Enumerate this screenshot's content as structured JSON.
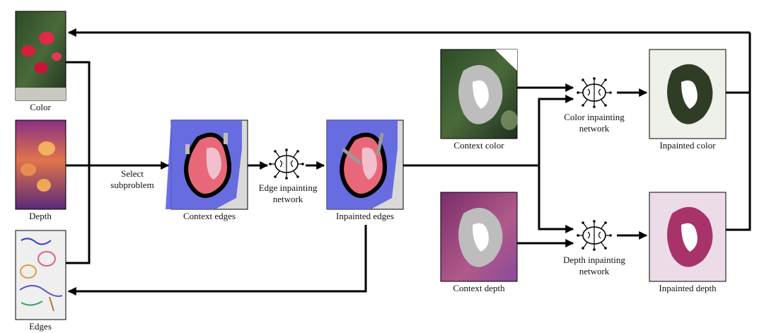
{
  "inputs": {
    "color_label": "Color",
    "depth_label": "Depth",
    "edges_label": "Edges"
  },
  "select_label": "Select\nsubproblem",
  "context_edges_label": "Context edges",
  "edge_network_label": "Edge inpainting network",
  "inpainted_edges_label": "Inpainted edges",
  "context_color_label": "Context color",
  "color_network_label": "Color inpainting network",
  "inpainted_color_label": "Inpainted color",
  "context_depth_label": "Context depth",
  "depth_network_label": "Depth inpainting network",
  "inpainted_depth_label": "Inpainted depth",
  "icons": {
    "network": "brain-circuit-icon"
  },
  "colors": {
    "edge_overlay": "#5a5fe0",
    "mask_gray": "#bdbdbd",
    "depth_purple": "#7a3a8a",
    "depth_orange": "#f0a050",
    "arrow": "#000000"
  }
}
